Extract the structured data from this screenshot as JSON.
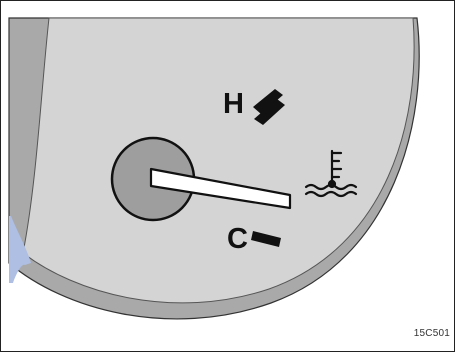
{
  "gauge": {
    "hot_label": "H",
    "cold_label": "C",
    "icon": "engine-coolant-temperature-icon",
    "reading": "cold"
  },
  "figure_code": "15C501",
  "colors": {
    "dial_face": "#d4d4d4",
    "dial_rim": "#a9a9a9",
    "hub": "#9e9e9e",
    "needle": "#ffffff",
    "markings": "#111111",
    "accent": "#aebfe3"
  }
}
